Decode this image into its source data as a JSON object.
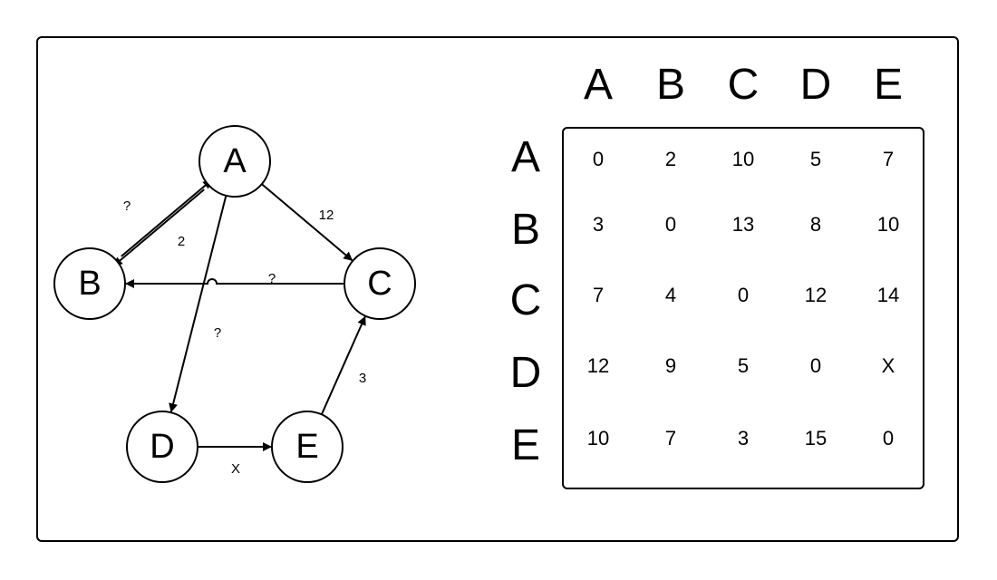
{
  "nodes": [
    {
      "id": "A",
      "label": "A"
    },
    {
      "id": "B",
      "label": "B"
    },
    {
      "id": "C",
      "label": "C"
    },
    {
      "id": "D",
      "label": "D"
    },
    {
      "id": "E",
      "label": "E"
    }
  ],
  "edges": [
    {
      "from": "B",
      "to": "A",
      "label": "?"
    },
    {
      "from": "A",
      "to": "B",
      "label": "2"
    },
    {
      "from": "A",
      "to": "C",
      "label": "12"
    },
    {
      "from": "C",
      "to": "B",
      "label": "?"
    },
    {
      "from": "A",
      "to": "D",
      "label": "?"
    },
    {
      "from": "D",
      "to": "E",
      "label": "X"
    },
    {
      "from": "E",
      "to": "C",
      "label": "3"
    }
  ],
  "matrix": {
    "columns": [
      "A",
      "B",
      "C",
      "D",
      "E"
    ],
    "rows": [
      {
        "label": "A",
        "values": [
          "0",
          "2",
          "10",
          "5",
          "7"
        ]
      },
      {
        "label": "B",
        "values": [
          "3",
          "0",
          "13",
          "8",
          "10"
        ]
      },
      {
        "label": "C",
        "values": [
          "7",
          "4",
          "0",
          "12",
          "14"
        ]
      },
      {
        "label": "D",
        "values": [
          "12",
          "9",
          "5",
          "0",
          "X"
        ]
      },
      {
        "label": "E",
        "values": [
          "10",
          "7",
          "3",
          "15",
          "0"
        ]
      }
    ]
  }
}
